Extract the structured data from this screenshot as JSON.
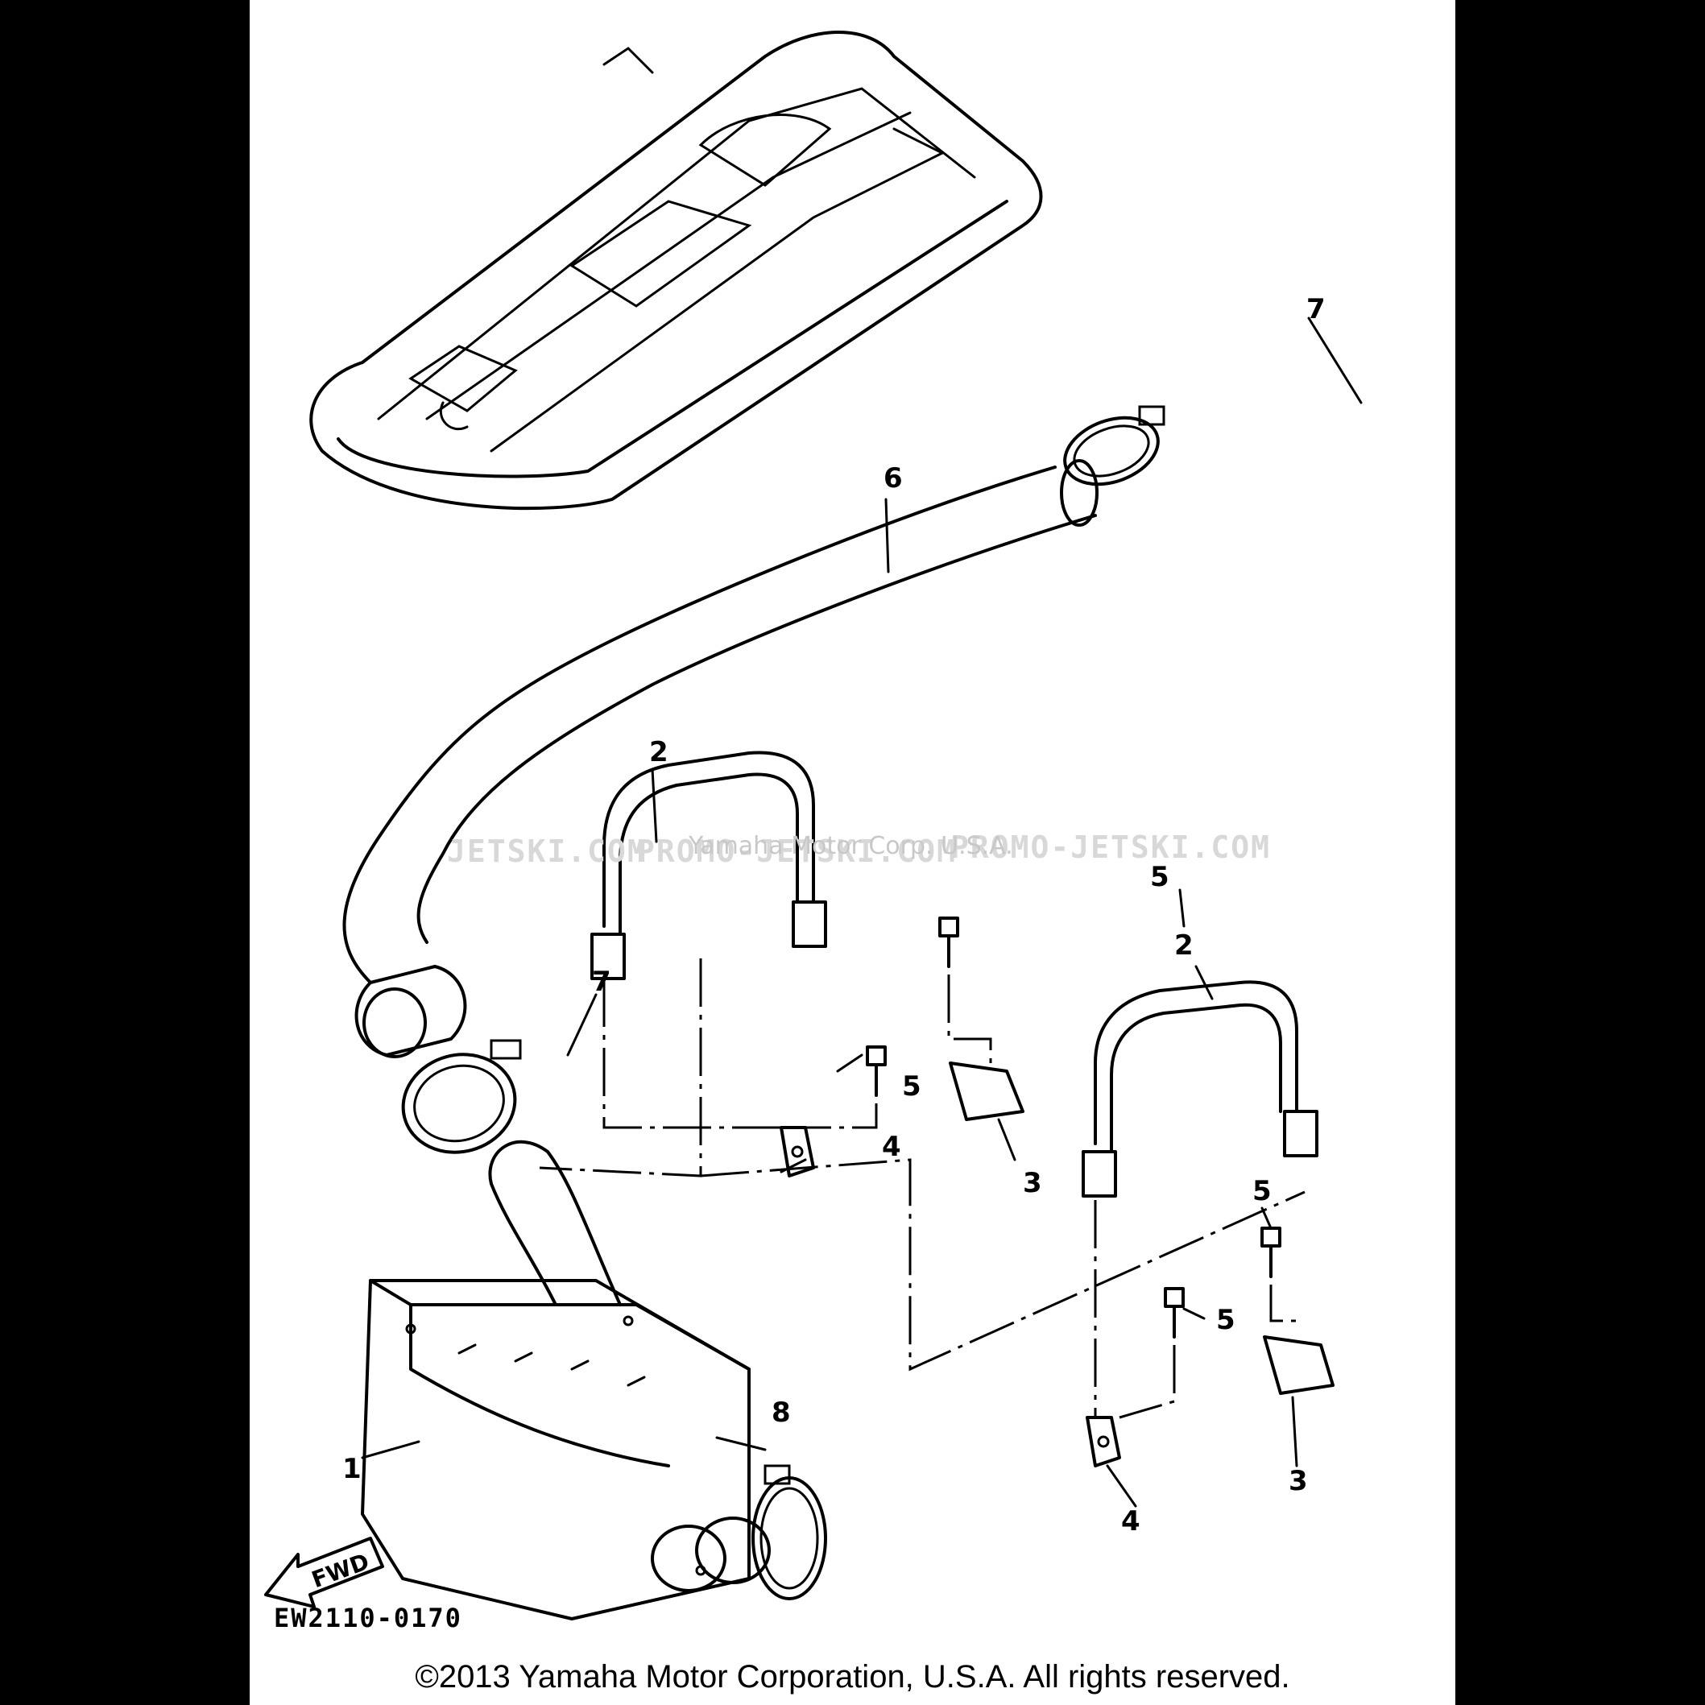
{
  "diagram": {
    "watermark_left": "JETSKI.COM",
    "watermark_mid": "PROMO-JETSKI.COM",
    "watermark_right": "PROMO-JETSKI.COM",
    "watermark_center": "Yamaha Motor Corp. U.S.A.",
    "callouts": {
      "c1": "1",
      "c2a": "2",
      "c2b": "2",
      "c3a": "3",
      "c3b": "3",
      "c4a": "4",
      "c4b": "4",
      "c5a": "5",
      "c5b": "5",
      "c5c": "5",
      "c5d": "5",
      "c6": "6",
      "c7a": "7",
      "c7b": "7",
      "c8": "8"
    },
    "fwd_label": "FWD",
    "diagram_code": "EW2110-0170",
    "copyright": "©2013 Yamaha Motor Corporation, U.S.A. All rights reserved."
  }
}
